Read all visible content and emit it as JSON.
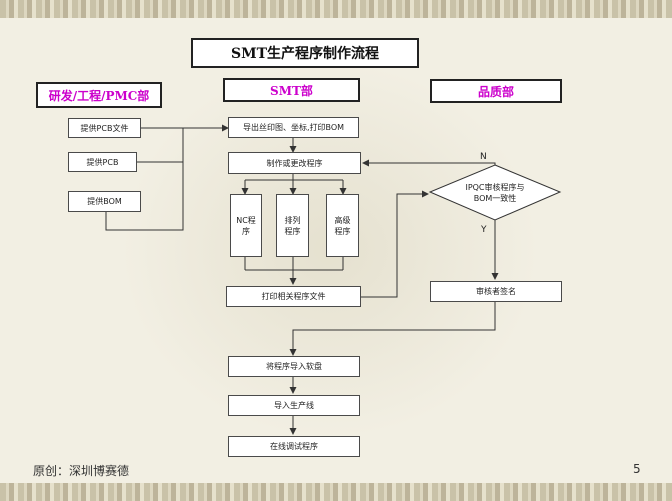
{
  "title": "SMT生产程序制作流程",
  "departments": {
    "rd": "研发/工程/PMC部",
    "smt": "SMT部",
    "qc": "品质部"
  },
  "rd_steps": {
    "pcb_file": "提供PCB文件",
    "pcb": "提供PCB",
    "bom": "提供BOM"
  },
  "smt_steps": {
    "export": "导出丝印图、坐标,打印BOM",
    "make": "制作或更改程序",
    "nc": "NC程序",
    "sort": "排列程序",
    "hs": "高级程序",
    "print": "打印相关程序文件",
    "import_disk": "将程序导入软盘",
    "import_line": "导入生产线",
    "debug": "在线调试程序"
  },
  "qc_steps": {
    "check": "IPQC审核程序与BOM一致性",
    "sign": "审核者签名"
  },
  "decision_labels": {
    "no": "N",
    "yes": "Y"
  },
  "footer": {
    "credit": "原创：深圳博赛德",
    "page": "5"
  }
}
